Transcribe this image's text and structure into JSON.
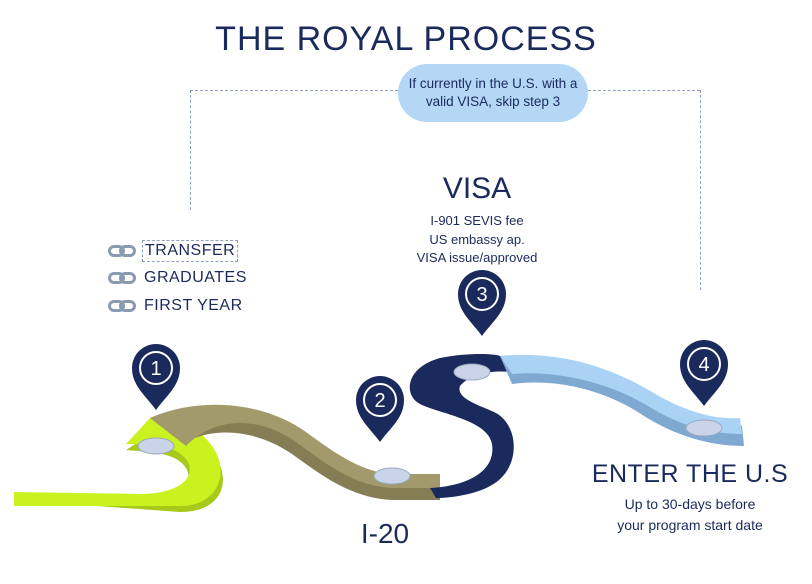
{
  "title": "THE ROYAL PROCESS",
  "note": "If currently in the U.S. with a valid VISA, skip step 3",
  "student_types": [
    "TRANSFER",
    "GRADUATES",
    "FIRST YEAR"
  ],
  "visa": {
    "title": "VISA",
    "steps": [
      "I-901 SEVIS fee",
      "US embassy ap.",
      "VISA issue/approved"
    ]
  },
  "i20": "I-20",
  "enter": {
    "title": "ENTER THE U.S",
    "subtitle_lines": [
      "Up to 30-days before",
      "your program start date"
    ]
  },
  "pins": [
    "1",
    "2",
    "3",
    "4"
  ],
  "colors": {
    "navy": "#1b2a5c",
    "lime": "#c9f21f",
    "tan": "#a39a6c",
    "sky": "#a9d2f5",
    "note_bg": "#b3d7f5",
    "link_icon": "#8a9ab0"
  },
  "icons": [
    "chain-link-icon",
    "map-pin-icon"
  ]
}
